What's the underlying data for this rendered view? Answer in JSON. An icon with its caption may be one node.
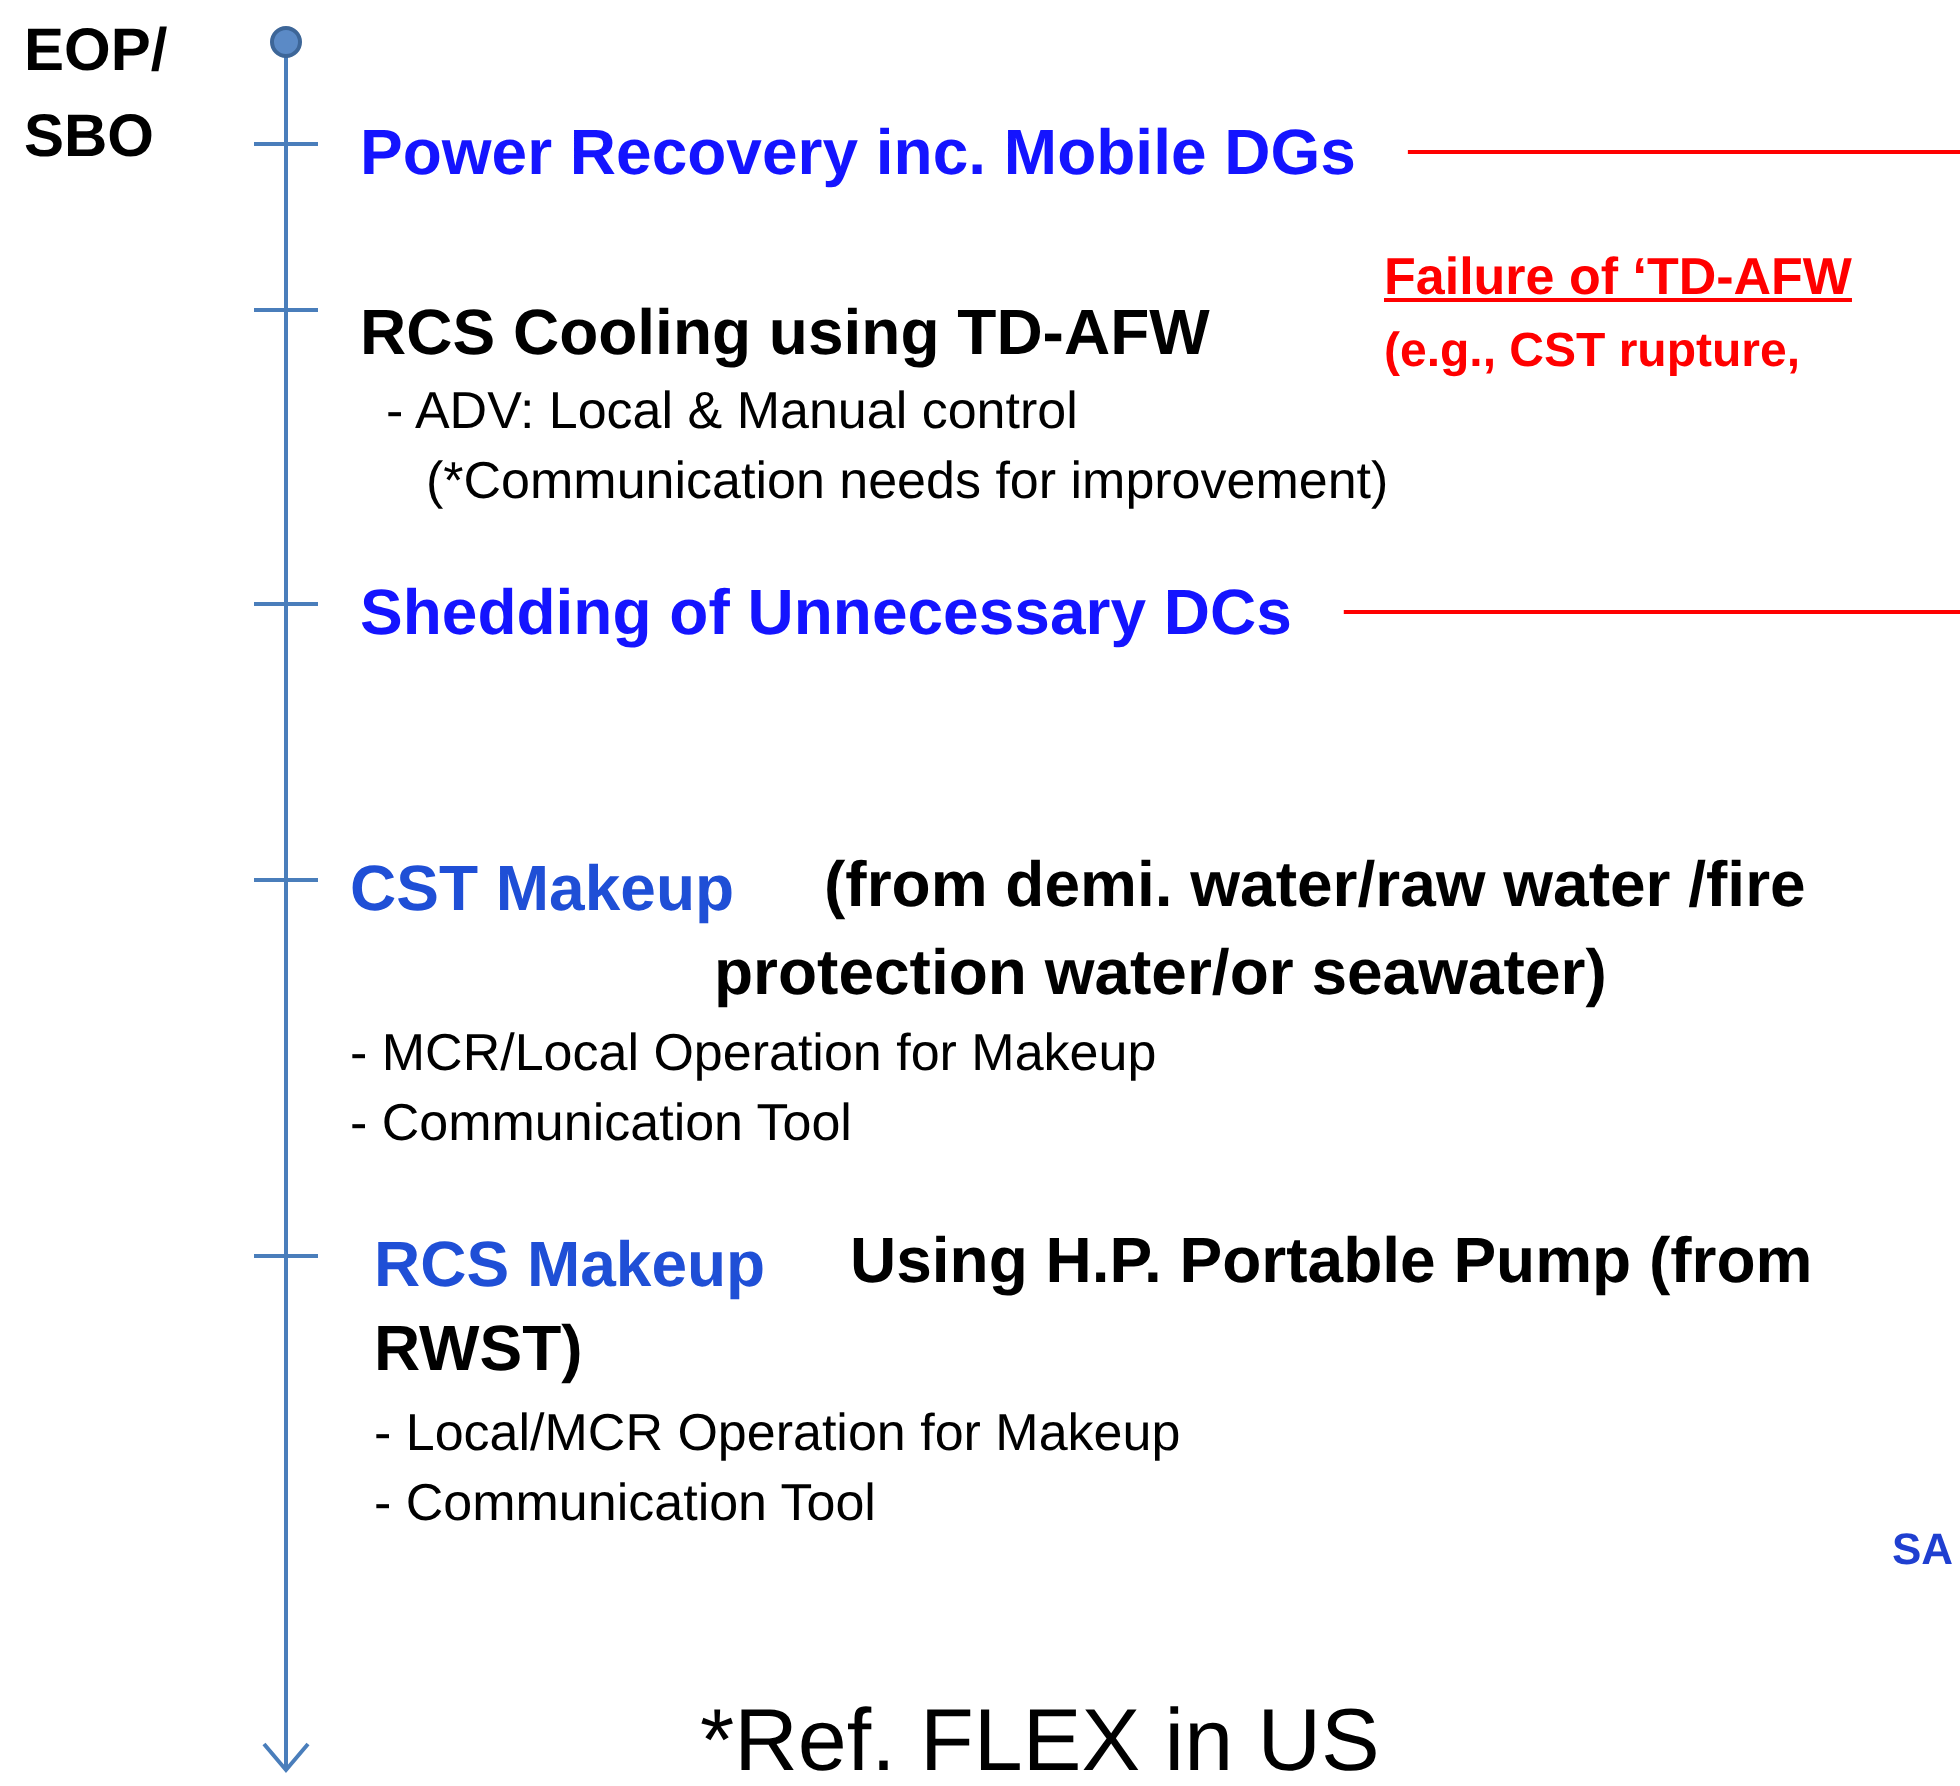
{
  "diagram": {
    "nodes": [
      {
        "text": [
          "Power Recovery inc. Mobile DGs"
        ]
      },
      {
        "text": [
          "Shedding of Unnecessary DCs"
        ]
      }
    ],
    "edges": [
      {
        "from": 0,
        "to": null,
        "arrow": "none"
      },
      {
        "from": 1,
        "to": null,
        "arrow": "none"
      }
    ],
    "labels": [
      "EOP/ SBO",
      "RCS Cooling using TD-AFW",
      "Failure of ‘TD-AFW",
      "(e.g., CST rupture,",
      "- ADV: Local & Manual control",
      "(*Communication needs for improvement)",
      "CST Makeup",
      "(from demi. water/raw water /fire protection water/or seawater)",
      "- MCR/Local Operation for Makeup",
      "- Communication Tool",
      "RCS Makeup",
      "Using H.P. Portable Pump (from RWST)",
      "- Local/MCR Operation for Makeup",
      "- Communication Tool",
      "SA",
      "*Ref. FLEX in US"
    ]
  }
}
